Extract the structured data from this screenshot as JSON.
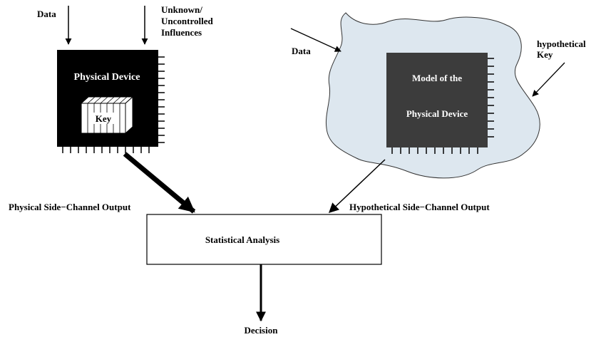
{
  "labels": {
    "data_top": "Data",
    "unknown_line1": "Unknown/",
    "unknown_line2": "Uncontrolled",
    "unknown_line3": "Influences",
    "data_right": "Data",
    "hyp_key_line1": "hypothetical",
    "hyp_key_line2": "Key",
    "physical_device": "Physical Device",
    "key": "Key",
    "model_line1": "Model of the",
    "model_line2": "Physical Device",
    "physical_output": "Physical Side−Channel Output",
    "hypothetical_output": "Hypothetical Side−Channel Output",
    "statistical_analysis": "Statistical Analysis",
    "decision": "Decision"
  },
  "colors": {
    "physical_device_fill": "#000000",
    "model_fill": "#3c3c3c",
    "cloud_fill": "#dde7ef",
    "key_fill": "#ffffff",
    "line": "#000000"
  }
}
